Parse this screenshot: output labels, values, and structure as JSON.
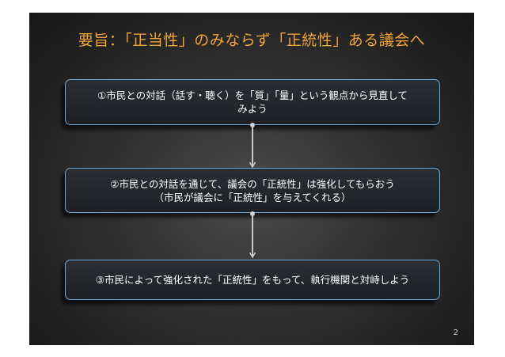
{
  "slide": {
    "title": "要旨：「正当性」のみならず「正統性」ある議会へ",
    "steps": [
      {
        "line1": "①市民との対話（話す・聴く）を「質」「量」という観点から見直して",
        "line2": "みよう"
      },
      {
        "line1": "②市民との対話を通じて、議会の「正統性」は強化してもらおう",
        "line2": "（市民が議会に「正統性」を与えてくれる）"
      },
      {
        "line1": "③市民によって強化された「正統性」をもって、執行機関と対峙しよう",
        "line2": ""
      }
    ],
    "page_number": "2"
  },
  "colors": {
    "title": "#f0a33a",
    "box_border": "#6ea7d6",
    "connector": "#c8c8c8"
  }
}
